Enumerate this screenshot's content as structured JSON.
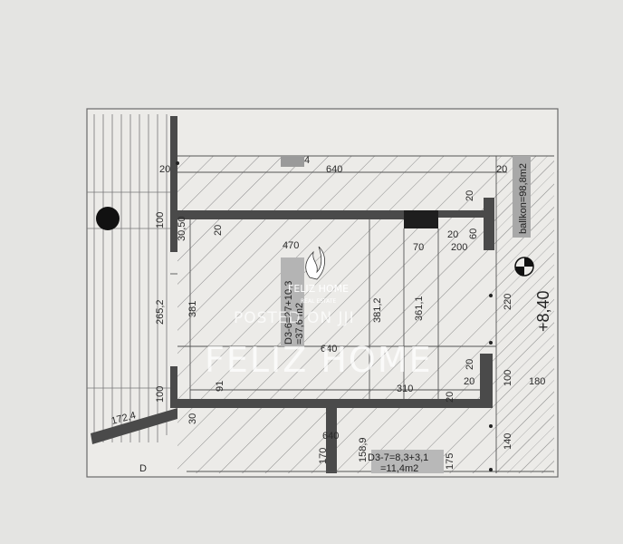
{
  "labels": {
    "top_640": "640",
    "top_20_left": "20",
    "top_20_right": "20",
    "marker_4": "4",
    "d_20_a": "20",
    "d_60": "60",
    "d_200": "200",
    "d_20_b": "20",
    "d_100_left": "100",
    "d_30_50": "30,50",
    "d_20_c": "20",
    "d_470": "470",
    "d_70": "70",
    "d_220": "220",
    "d_265_2": "265,2",
    "d_381": "381",
    "d_381_2": "381,2",
    "d_361_1": "361,1",
    "d_640_mid": "640",
    "d_20_d": "20",
    "d_100_right": "100",
    "d_180": "180",
    "d_100_left_low": "100",
    "d_91": "91",
    "d_310": "310",
    "d_20_e": "20",
    "d_30_low": "30",
    "d_172_4": "172,4",
    "d_640_low": "640",
    "d_158_9": "158,9",
    "d_175": "175",
    "d_140": "140",
    "d_170": "170",
    "d_20_f": "20",
    "d_marker_d": "D",
    "elevation": "+8,40",
    "balcony_area": "ballkon=98,8m2",
    "room_area_line1": "D3-6=27+10,3",
    "room_area_line2": "=37,6 m2",
    "bottom_area_line1": "D3-7=8,3+3,1",
    "bottom_area_line2": "=11,4m2"
  },
  "watermark": {
    "brand_main": "FELIZ HOME",
    "logo_line1": "FELIZ HOME",
    "logo_line2": "REAL ESTATE",
    "posted": "POSTED ON JJI"
  },
  "colors": {
    "paper": "#ecebe8",
    "wall": "#4a4a4a",
    "hatch": "#8c8c8c",
    "tag_fill": "#9a9a9a"
  }
}
